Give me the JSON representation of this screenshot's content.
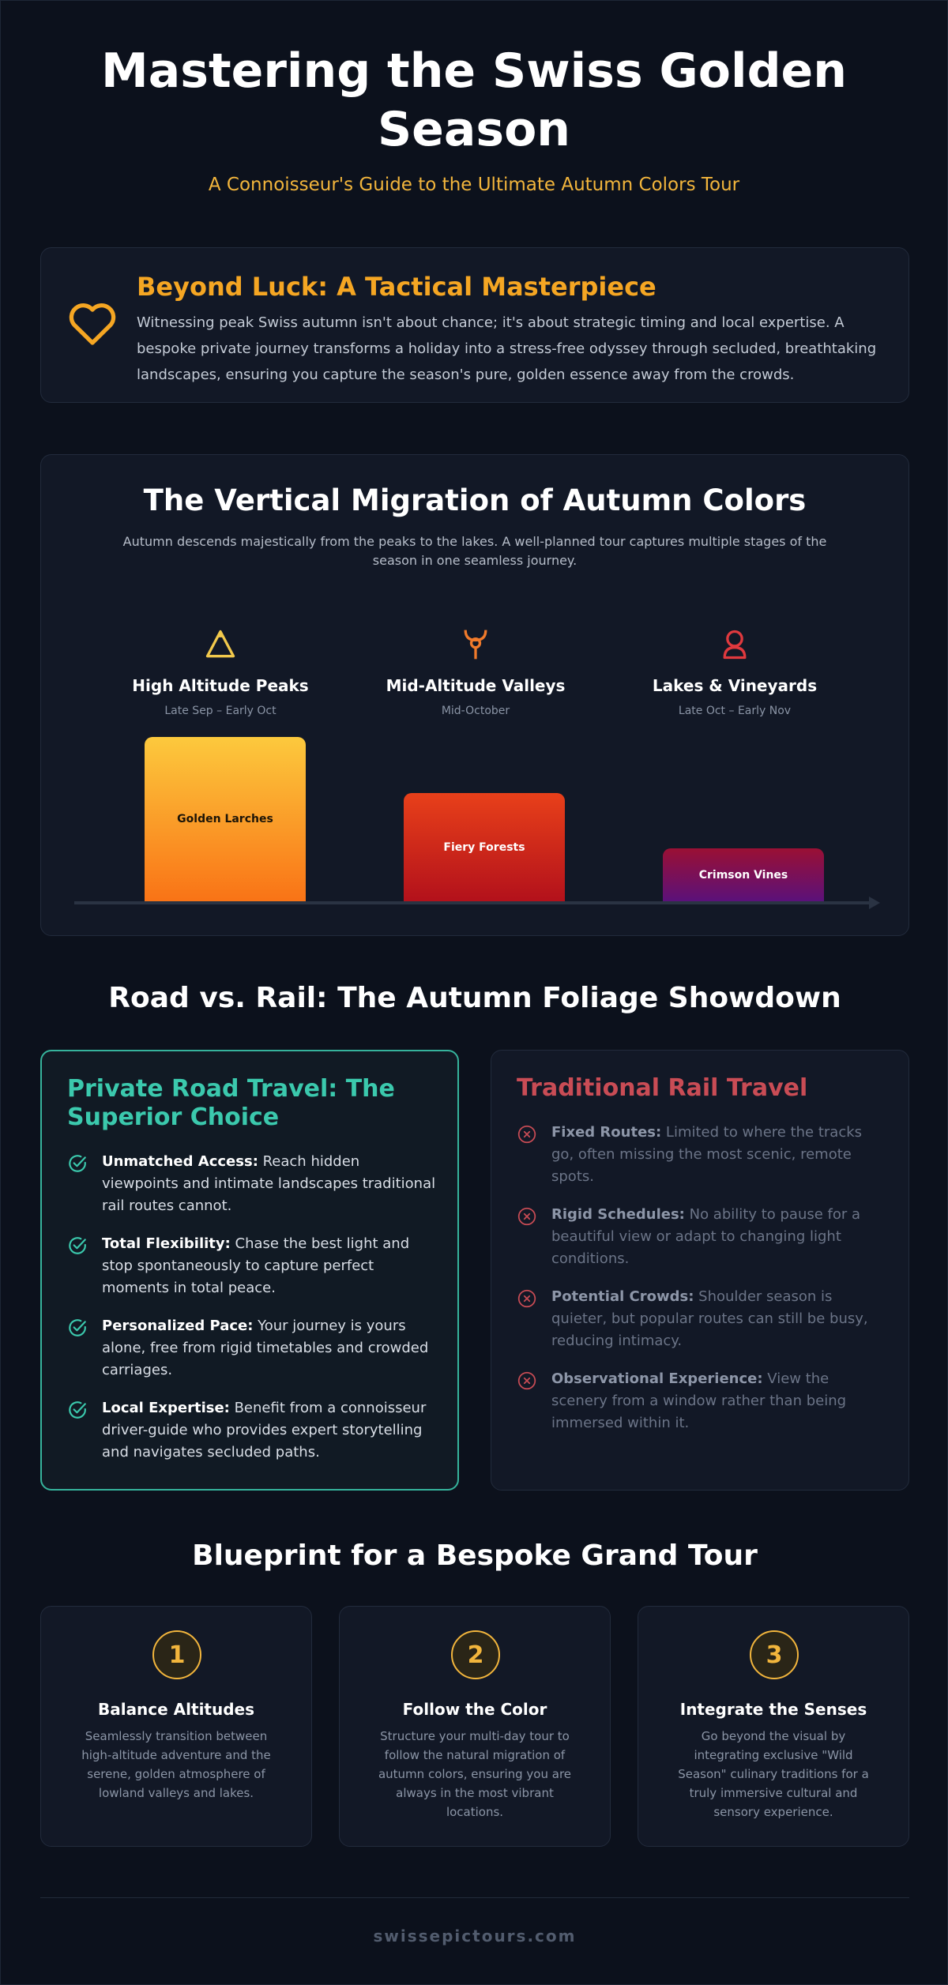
{
  "header": {
    "title": "Mastering the Swiss Golden Season",
    "subtitle": "A Connoisseur's Guide to the Ultimate Autumn Colors Tour"
  },
  "intro": {
    "icon": "heart-icon",
    "title": "Beyond Luck: A Tactical Masterpiece",
    "text": "Witnessing peak Swiss autumn isn't about chance; it's about strategic timing and local expertise. A bespoke private journey transforms a holiday into a stress-free odyssey through secluded, breathtaking landscapes, ensuring you capture the season's pure, golden essence away from the crowds."
  },
  "migration": {
    "title": "The Vertical Migration of Autumn Colors",
    "text": "Autumn descends majestically from the peaks to the lakes. A well-planned tour captures multiple stages of the season in one seamless journey.",
    "stages": [
      {
        "name": "High Altitude Peaks",
        "time": "Late Sep – Early Oct",
        "bar_label": "Golden Larches",
        "icon": "mountain-icon",
        "color": "#f2c94c",
        "level": 1.0
      },
      {
        "name": "Mid-Altitude Valleys",
        "time": "Mid-October",
        "bar_label": "Fiery Forests",
        "icon": "valley-tree-icon",
        "color": "#f07a2b",
        "level": 0.66
      },
      {
        "name": "Lakes & Vineyards",
        "time": "Late Oct – Early Nov",
        "bar_label": "Crimson Vines",
        "icon": "vineyard-icon",
        "color": "#e0393e",
        "level": 0.32
      }
    ]
  },
  "comparison": {
    "title": "Road vs. Rail: The Autumn Foliage Showdown",
    "road": {
      "title": "Private Road Travel: The Superior Choice",
      "items": [
        {
          "bold": "Unmatched Access:",
          "text": " Reach hidden viewpoints and intimate landscapes traditional rail routes cannot."
        },
        {
          "bold": "Total Flexibility:",
          "text": " Chase the best light and stop spontaneously to capture perfect moments in total peace."
        },
        {
          "bold": "Personalized Pace:",
          "text": " Your journey is yours alone, free from rigid timetables and crowded carriages."
        },
        {
          "bold": "Local Expertise:",
          "text": " Benefit from a connoisseur driver-guide who provides expert storytelling and navigates secluded paths."
        }
      ]
    },
    "rail": {
      "title": "Traditional Rail Travel",
      "items": [
        {
          "bold": "Fixed Routes:",
          "text": " Limited to where the tracks go, often missing the most scenic, remote spots."
        },
        {
          "bold": "Rigid Schedules:",
          "text": " No ability to pause for a beautiful view or adapt to changing light conditions."
        },
        {
          "bold": "Potential Crowds:",
          "text": " Shoulder season is quieter, but popular routes can still be busy, reducing intimacy."
        },
        {
          "bold": "Observational Experience:",
          "text": " View the scenery from a window rather than being immersed within it."
        }
      ]
    }
  },
  "blueprint": {
    "title": "Blueprint for a Bespoke Grand Tour",
    "steps": [
      {
        "num": "1",
        "title": "Balance Altitudes",
        "text": "Seamlessly transition between high-altitude adventure and the serene, golden atmosphere of lowland valleys and lakes."
      },
      {
        "num": "2",
        "title": "Follow the Color",
        "text": "Structure your multi-day tour to follow the natural migration of autumn colors, ensuring you are always in the most vibrant locations."
      },
      {
        "num": "3",
        "title": "Integrate the Senses",
        "text": "Go beyond the visual by integrating exclusive \"Wild Season\" culinary traditions for a truly immersive cultural and sensory experience."
      }
    ]
  },
  "footer": {
    "site": "swissepictours.com"
  },
  "colors": {
    "accent": "#f5a623",
    "road": "#3bc9ad",
    "rail": "#c94c55",
    "background": "#0c111c"
  }
}
